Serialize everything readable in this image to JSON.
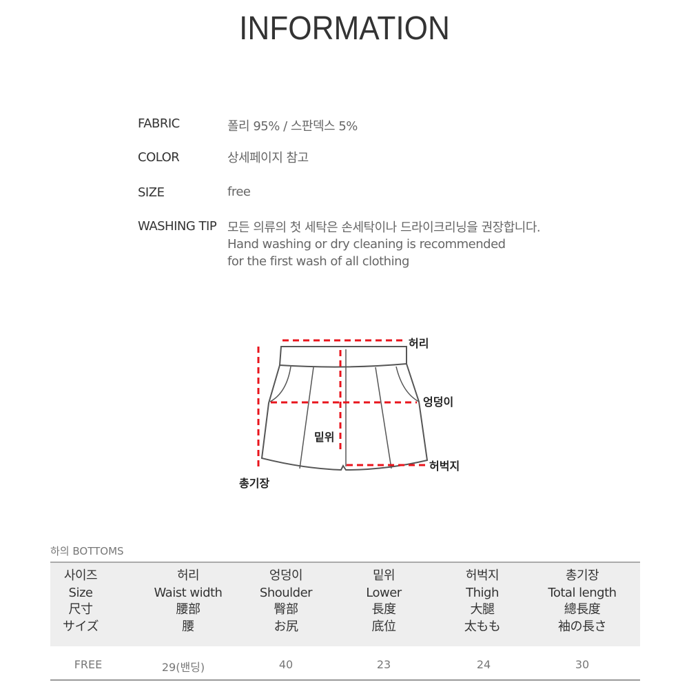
{
  "title": "INFORMATION",
  "info": [
    {
      "label": "FABRIC",
      "value": [
        "폴리 95% / 스판덱스 5%"
      ]
    },
    {
      "label": "COLOR",
      "value": [
        "상세페이지 참고"
      ]
    },
    {
      "label": "SIZE",
      "value": [
        "free"
      ]
    },
    {
      "label": "WASHING TIP",
      "value": [
        "모든 의류의 첫 세탁은 손세탁이나 드라이크리닝을 권장합니다.",
        "Hand washing or dry cleaning is recommended",
        "for the first wash of all clothing"
      ]
    }
  ],
  "diagram": {
    "waist": "허리",
    "hip": "엉덩이",
    "rise": "밑위",
    "thigh": "허벅지",
    "total": "총기장",
    "accent": "#e8141c"
  },
  "table": {
    "caption": "하의 BOTTOMS",
    "columns": [
      [
        "사이즈",
        "Size",
        "尺寸",
        "サイズ"
      ],
      [
        "허리",
        "Waist width",
        "腰部",
        "腰"
      ],
      [
        "엉덩이",
        "Shoulder",
        "臀部",
        "お尻"
      ],
      [
        "밑위",
        "Lower",
        "長度",
        "底位"
      ],
      [
        "허벅지",
        "Thigh",
        "大腿",
        "太もも"
      ],
      [
        "총기장",
        "Total length",
        "總長度",
        "袖の長さ"
      ]
    ],
    "row": [
      "FREE",
      "29(밴딩)",
      "40",
      "23",
      "24",
      "30"
    ]
  }
}
